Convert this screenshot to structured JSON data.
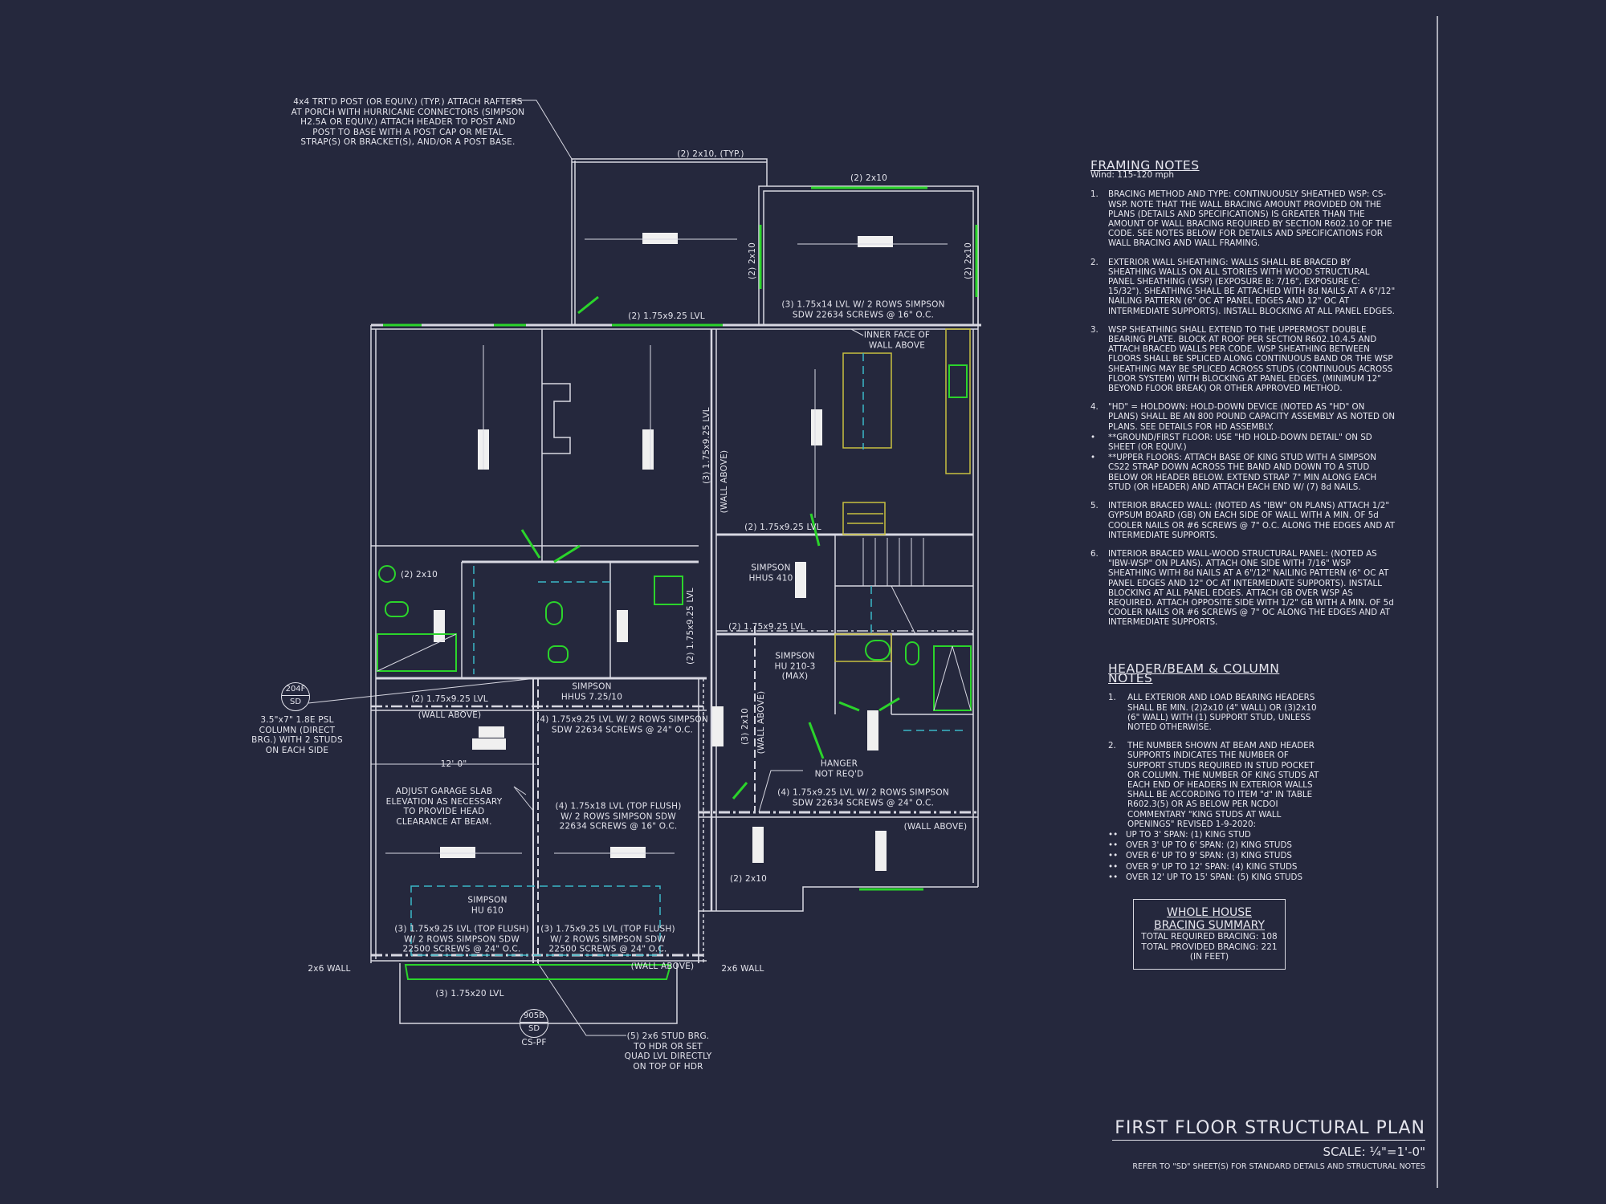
{
  "title_block": {
    "title": "FIRST FLOOR STRUCTURAL PLAN",
    "scale": "SCALE: ¼\"=1'-0\"",
    "reference": "REFER TO \"SD\" SHEET(S) FOR STANDARD DETAILS AND STRUCTURAL NOTES"
  },
  "framing_notes": {
    "heading": "FRAMING NOTES",
    "wind": "Wind: 115-120 mph",
    "items": [
      {
        "num": "1.",
        "text": "BRACING METHOD AND TYPE: CONTINUOUSLY SHEATHED WSP: CS-WSP. NOTE THAT THE WALL BRACING AMOUNT PROVIDED ON THE PLANS (DETAILS AND SPECIFICATIONS) IS GREATER THAN THE AMOUNT OF WALL BRACING REQUIRED BY SECTION R602.10 OF THE CODE. SEE NOTES BELOW FOR DETAILS AND SPECIFICATIONS FOR WALL BRACING AND WALL FRAMING."
      },
      {
        "num": "2.",
        "text": "EXTERIOR WALL SHEATHING: WALLS SHALL BE BRACED BY SHEATHING WALLS ON ALL STORIES WITH WOOD STRUCTURAL PANEL SHEATHING (WSP) (EXPOSURE B: 7/16\", EXPOSURE C: 15/32\"). SHEATHING SHALL BE ATTACHED WITH 8d NAILS AT A 6\"/12\" NAILING PATTERN (6\" OC AT PANEL EDGES AND 12\" OC AT INTERMEDIATE SUPPORTS). INSTALL BLOCKING AT ALL PANEL EDGES."
      },
      {
        "num": "3.",
        "text": "WSP SHEATHING SHALL EXTEND TO THE UPPERMOST DOUBLE BEARING PLATE. BLOCK AT ROOF PER SECTION R602.10.4.5 AND ATTACH BRACED WALLS PER CODE. WSP SHEATHING BETWEEN FLOORS SHALL BE SPLICED ALONG CONTINUOUS BAND OR THE WSP SHEATHING MAY BE SPLICED ACROSS STUDS (CONTINUOUS ACROSS FLOOR SYSTEM) WITH BLOCKING AT PANEL EDGES. (MINIMUM 12\" BEYOND FLOOR BREAK) OR OTHER APPROVED METHOD."
      },
      {
        "num": "4.",
        "text": "\"HD\" = HOLDOWN: HOLD-DOWN DEVICE (NOTED AS \"HD\" ON PLANS) SHALL BE AN 800 POUND CAPACITY ASSEMBLY AS NOTED ON PLANS. SEE DETAILS FOR HD ASSEMBLY.",
        "bullets": [
          "**GROUND/FIRST FLOOR: USE \"HD HOLD-DOWN DETAIL\" ON SD SHEET (OR EQUIV.)",
          "**UPPER FLOORS: ATTACH BASE OF KING STUD WITH A SIMPSON CS22 STRAP DOWN ACROSS THE BAND AND DOWN TO A STUD BELOW OR HEADER BELOW. EXTEND STRAP 7\" MIN ALONG EACH STUD (OR HEADER) AND ATTACH EACH END W/ (7) 8d NAILS."
        ]
      },
      {
        "num": "5.",
        "text": "INTERIOR BRACED WALL: (NOTED AS \"IBW\" ON PLANS) ATTACH 1/2\" GYPSUM BOARD (GB) ON EACH SIDE OF WALL WITH A MIN. OF 5d COOLER NAILS OR #6 SCREWS @ 7\" O.C. ALONG THE EDGES AND AT INTERMEDIATE SUPPORTS."
      },
      {
        "num": "6.",
        "text": "INTERIOR BRACED WALL-WOOD STRUCTURAL PANEL: (NOTED AS \"IBW-WSP\" ON PLANS). ATTACH ONE SIDE WITH 7/16\" WSP SHEATHING WITH 8d NAILS AT A 6\"/12\" NAILING PATTERN (6\" OC AT PANEL EDGES AND 12\" OC AT INTERMEDIATE SUPPORTS). INSTALL BLOCKING AT ALL PANEL EDGES. ATTACH GB OVER WSP AS REQUIRED. ATTACH OPPOSITE SIDE WITH 1/2\" GB WITH A MIN. OF 5d COOLER NAILS OR #6 SCREWS @ 7\" OC ALONG THE EDGES AND AT INTERMEDIATE SUPPORTS."
      }
    ]
  },
  "header_notes": {
    "heading": "HEADER/BEAM & COLUMN NOTES",
    "items": [
      {
        "num": "1.",
        "text": "ALL EXTERIOR AND LOAD BEARING HEADERS SHALL BE MIN. (2)2x10 (4\" WALL) OR (3)2x10 (6\" WALL) WITH (1) SUPPORT STUD, UNLESS NOTED OTHERWISE."
      },
      {
        "num": "2.",
        "text": "THE NUMBER SHOWN AT BEAM AND HEADER SUPPORTS INDICATES THE NUMBER OF SUPPORT STUDS REQUIRED IN STUD POCKET OR COLUMN. THE NUMBER OF KING STUDS AT EACH END OF HEADERS IN EXTERIOR WALLS SHALL BE ACCORDING TO ITEM \"d\" IN TABLE R602.3(5) OR AS BELOW PER NCDOI COMMENTARY \"KING STUDS AT WALL OPENINGS\" REVISED 1-9-2020:"
      }
    ],
    "spans": [
      "UP TO 3' SPAN: (1) KING STUD",
      "OVER 3' UP TO 6' SPAN: (2) KING STUDS",
      "OVER 6' UP TO 9' SPAN: (3) KING STUDS",
      "OVER 9' UP TO 12' SPAN: (4) KING STUDS",
      "OVER 12' UP TO 15' SPAN: (5) KING STUDS"
    ]
  },
  "bracing_summary": {
    "title": "WHOLE HOUSE\nBRACING SUMMARY",
    "required": "TOTAL REQUIRED BRACING: 108",
    "provided": "TOTAL PROVIDED BRACING: 221",
    "unit": "(IN FEET)"
  },
  "plan": {
    "porch_post_note": "4x4 TRT'D POST (OR EQUIV.) (TYP.) ATTACH RAFTERS\nAT PORCH WITH HURRICANE CONNECTORS (SIMPSON\nH2.5A OR EQUIV.) ATTACH HEADER TO POST AND\nPOST TO BASE WITH A POST CAP OR METAL\nSTRAP(S) OR BRACKET(S), AND/OR A POST BASE.",
    "porch_beam": "(2) 2x10, (TYP.)",
    "room_top_header": "(2) 2x10",
    "room_left_header": "(2) 2x10",
    "room_right_header": "(2) 2x10",
    "lvl_14": "(3) 1.75x14 LVL W/ 2 ROWS SIMPSON\nSDW 22634 SCREWS @ 16\" O.C.",
    "top_lvl": "(2) 1.75x9.25 LVL",
    "inner_face": "INNER FACE OF\nWALL ABOVE",
    "vert_lvl_3": "(3) 1.75x9.25 LVL",
    "vert_wall_above": "(WALL ABOVE)",
    "kitchen_lvl": "(2) 1.75x9.25 LVL",
    "hhus410": "SIMPSON\nHHUS 410",
    "bath_header": "(2) 2x10",
    "vert_lvl_2": "(2) 1.75x9.25 LVL",
    "hall_lvl": "(2) 1.75x9.25 LVL",
    "hu210": "SIMPSON\nHU 210-3\n(MAX)",
    "hhus725": "SIMPSON\nHHUS 7.25/10",
    "detail_204f_top": "204F",
    "detail_204f_bottom": "SD",
    "psl_column": "3.5\"x7\" 1.8E PSL\nCOLUMN (DIRECT\nBRG.) WITH 2 STUDS\nON EACH SIDE",
    "garage_lvl": "(2) 1.75x9.25 LVL",
    "garage_wall_above": "(WALL ABOVE)",
    "lvl_4_garage": "(4) 1.75x9.25 LVL W/ 2 ROWS SIMPSON\nSDW 22634 SCREWS @ 24\" O.C.",
    "vert_2x10": "(3) 2x10",
    "vert_2x10_wall": "(WALL ABOVE)",
    "dim_12": "12'-0\"",
    "slab_note": "ADJUST GARAGE SLAB\nELEVATION AS NECESSARY\nTO PROVIDE HEAD\nCLEARANCE AT BEAM.",
    "lvl_18": "(4) 1.75x18 LVL (TOP FLUSH)\nW/ 2 ROWS SIMPSON SDW\n22634 SCREWS @ 16\" O.C.",
    "hanger": "HANGER\nNOT REQ'D",
    "lvl_4_right": "(4) 1.75x9.25 LVL W/ 2 ROWS SIMPSON\nSDW 22634 SCREWS @ 24\" O.C.",
    "right_wall_above": "(WALL ABOVE)",
    "bottom_header": "(2) 2x10",
    "hu610": "SIMPSON\nHU 610",
    "flush_left": "(3) 1.75x9.25 LVL (TOP FLUSH)\nW/ 2 ROWS SIMPSON SDW\n22500 SCREWS @ 24\" O.C.",
    "flush_right": "(3) 1.75x9.25 LVL (TOP FLUSH)\nW/ 2 ROWS SIMPSON SDW\n22500 SCREWS @ 24\" O.C.",
    "bottom_wall_above": "(WALL ABOVE)",
    "wall_2x6_left": "2x6 WALL",
    "wall_2x6_right": "2x6 WALL",
    "lvl_20": "(3) 1.75x20 LVL",
    "detail_905b_top": "905B",
    "detail_905b_bottom": "SD",
    "detail_905b_tag": "CS-PF",
    "stud_brg": "(5) 2x6 STUD BRG.\nTO HDR OR SET\nQUAD LVL DIRECTLY\nON TOP OF HDR"
  },
  "colors": {
    "background": "#25283d",
    "line": "#d8d8e2",
    "accent_green": "#2bd42b",
    "cabinet_yellow": "#c8c040",
    "dashed_cyan": "#3bb8c8"
  }
}
